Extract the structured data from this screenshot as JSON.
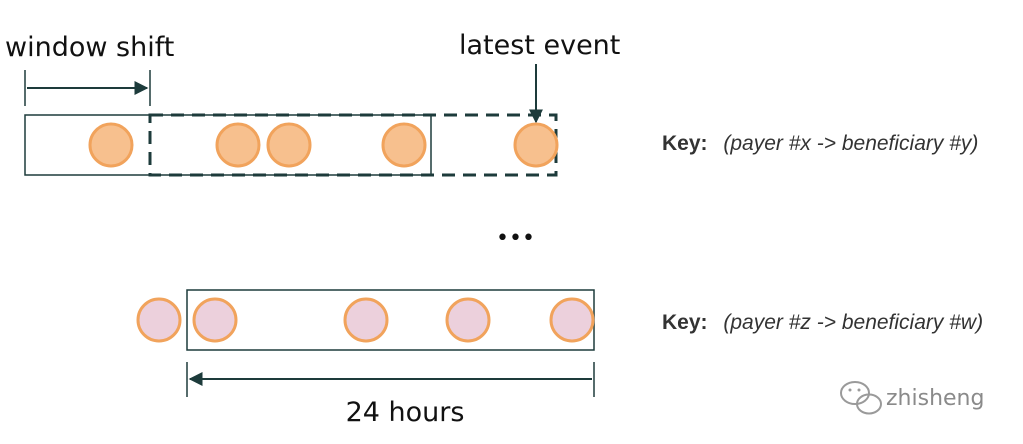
{
  "labels": {
    "window_shift": "window shift",
    "latest_event": "latest event",
    "ellipsis": "•••",
    "duration": "24 hours"
  },
  "keys": [
    {
      "prefix": "Key:",
      "text": "(payer #x -> beneficiary #y)"
    },
    {
      "prefix": "Key:",
      "text": "(payer #z -> beneficiary #w)"
    }
  ],
  "watermark": "zhisheng",
  "colors": {
    "line": "#1d3b3b",
    "event_fill_orange": "#f7c08e",
    "event_fill_pink": "#ecd0dc",
    "event_stroke": "#f1a35c"
  }
}
